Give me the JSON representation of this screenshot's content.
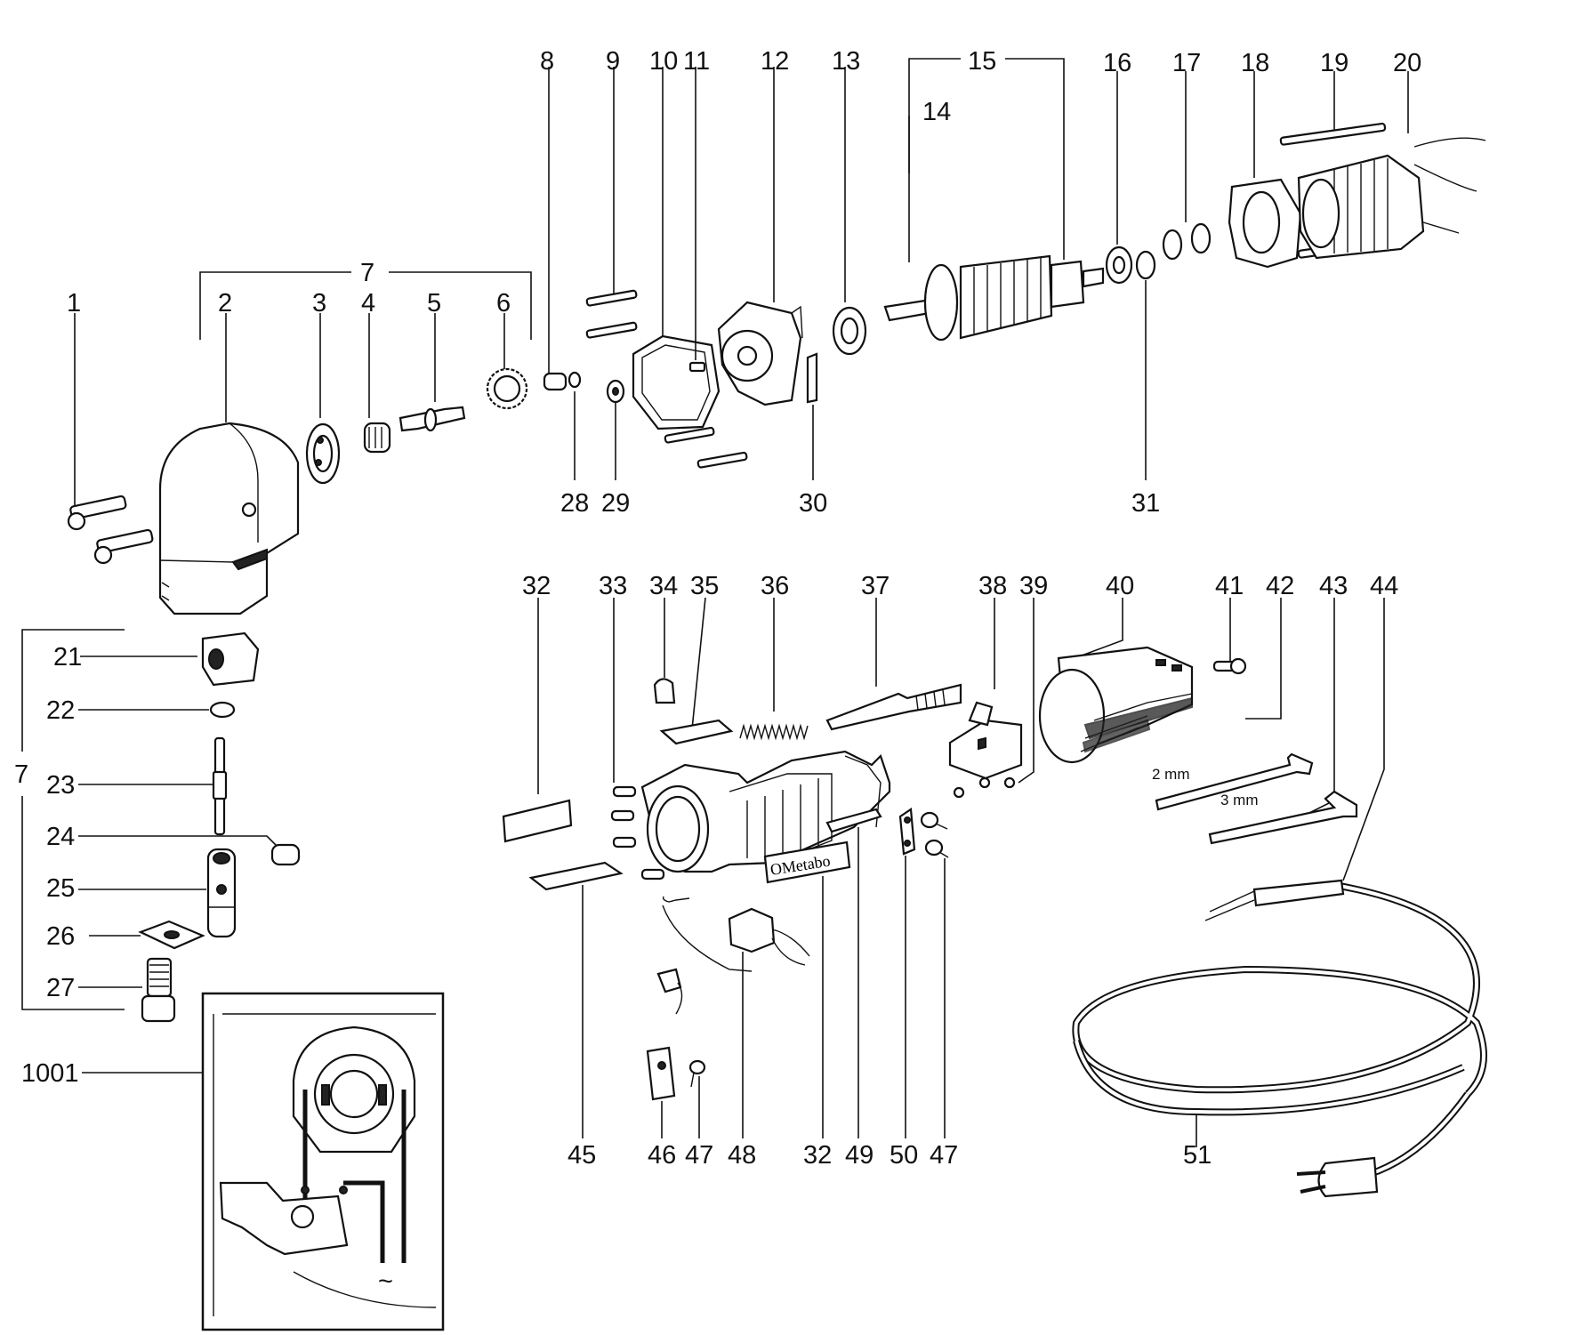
{
  "diagram": {
    "labels": {
      "p1": "1",
      "p2": "2",
      "p3": "3",
      "p4": "4",
      "p5": "5",
      "p6": "6",
      "p7": "7",
      "p7b": "7",
      "p8": "8",
      "p9": "9",
      "p10": "10",
      "p11": "11",
      "p12": "12",
      "p13": "13",
      "p14": "14",
      "p15": "15",
      "p16": "16",
      "p17": "17",
      "p18": "18",
      "p19": "19",
      "p20": "20",
      "p21": "21",
      "p22": "22",
      "p23": "23",
      "p24": "24",
      "p25": "25",
      "p26": "26",
      "p27": "27",
      "p28": "28",
      "p29": "29",
      "p30": "30",
      "p31": "31",
      "p32": "32",
      "p32b": "32",
      "p33": "33",
      "p34": "34",
      "p35": "35",
      "p36": "36",
      "p37": "37",
      "p38": "38",
      "p39": "39",
      "p40": "40",
      "p41": "41",
      "p42": "42",
      "p43": "43",
      "p44": "44",
      "p45": "45",
      "p46": "46",
      "p47": "47",
      "p47b": "47",
      "p48": "48",
      "p49": "49",
      "p50": "50",
      "p51": "51",
      "p1001": "1001"
    },
    "dimensions": {
      "key_small": "2 mm",
      "key_large": "3 mm"
    },
    "branding": {
      "housing_logo": "OMetabo"
    },
    "wiring_symbol": "~"
  }
}
